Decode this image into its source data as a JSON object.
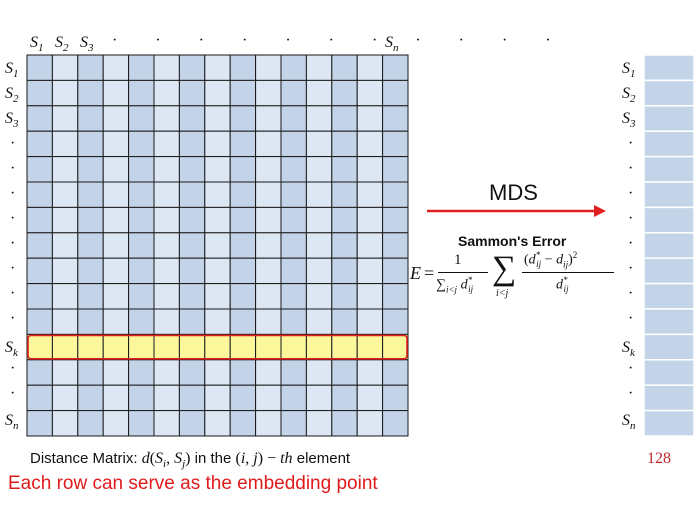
{
  "matrix": {
    "rows": 15,
    "cols": 15,
    "highlight_row_index": 11,
    "colors": {
      "cell_light": "#dde6f3",
      "cell_dark": "#c3d3e8",
      "grid": "#1a1a1a",
      "highlight_fill": "#fbf79a",
      "highlight_border": "#e02020"
    }
  },
  "col_labels": [
    {
      "base": "S",
      "sub": "1"
    },
    {
      "base": "S",
      "sub": "2"
    },
    {
      "base": "S",
      "sub": "3"
    },
    {
      "base": "S",
      "sub": "n"
    }
  ],
  "row_labels": [
    {
      "base": "S",
      "sub": "1"
    },
    {
      "base": "S",
      "sub": "2"
    },
    {
      "base": "S",
      "sub": "3"
    },
    {
      "base": "S",
      "sub": "k"
    },
    {
      "base": "S",
      "sub": "n"
    }
  ],
  "caption": {
    "prefix": "Distance Matrix: ",
    "middle": " in the ",
    "suffix": " element"
  },
  "red_caption": "Each row can serve as the embedding point",
  "arrow": {
    "label": "MDS",
    "color": "#e02020"
  },
  "sammon_title": "Sammon's Error",
  "page_number": "128"
}
